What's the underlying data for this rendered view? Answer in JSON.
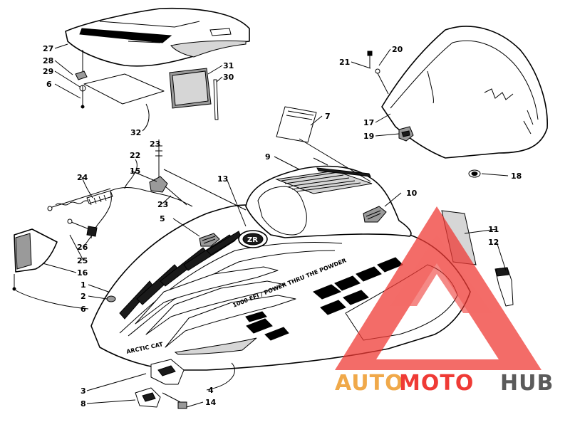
{
  "diagram": {
    "callouts": [
      {
        "id": "c1",
        "label": "1"
      },
      {
        "id": "c2",
        "label": "2"
      },
      {
        "id": "c3",
        "label": "3"
      },
      {
        "id": "c4",
        "label": "4"
      },
      {
        "id": "c5",
        "label": "5"
      },
      {
        "id": "c6a",
        "label": "6"
      },
      {
        "id": "c6b",
        "label": "6"
      },
      {
        "id": "c7",
        "label": "7"
      },
      {
        "id": "c8",
        "label": "8"
      },
      {
        "id": "c9",
        "label": "9"
      },
      {
        "id": "c10",
        "label": "10"
      },
      {
        "id": "c11",
        "label": "11"
      },
      {
        "id": "c12",
        "label": "12"
      },
      {
        "id": "c13",
        "label": "13"
      },
      {
        "id": "c14",
        "label": "14"
      },
      {
        "id": "c15",
        "label": "15"
      },
      {
        "id": "c16",
        "label": "16"
      },
      {
        "id": "c17",
        "label": "17"
      },
      {
        "id": "c18",
        "label": "18"
      },
      {
        "id": "c19",
        "label": "19"
      },
      {
        "id": "c20",
        "label": "20"
      },
      {
        "id": "c21",
        "label": "21"
      },
      {
        "id": "c22",
        "label": "22"
      },
      {
        "id": "c23a",
        "label": "23"
      },
      {
        "id": "c23b",
        "label": "23"
      },
      {
        "id": "c24",
        "label": "24"
      },
      {
        "id": "c25",
        "label": "25"
      },
      {
        "id": "c26",
        "label": "26"
      },
      {
        "id": "c27",
        "label": "27"
      },
      {
        "id": "c28",
        "label": "28"
      },
      {
        "id": "c29",
        "label": "29"
      },
      {
        "id": "c30",
        "label": "30"
      },
      {
        "id": "c31",
        "label": "31"
      },
      {
        "id": "c32",
        "label": "32"
      }
    ],
    "decal_text": {
      "brand": "ARCTIC CAT",
      "side_stripe": "1000 EFI / POWER THRU THE POWDER",
      "badge": "ZR"
    }
  },
  "watermark": {
    "part1": "AUTO",
    "part2": "MOTO",
    "part3": "HUB",
    "color_part1": "#f0a94a",
    "color_part2": "#ef3b36",
    "color_part3": "#5b5b5b",
    "triangle_color": "#ef3b36"
  }
}
